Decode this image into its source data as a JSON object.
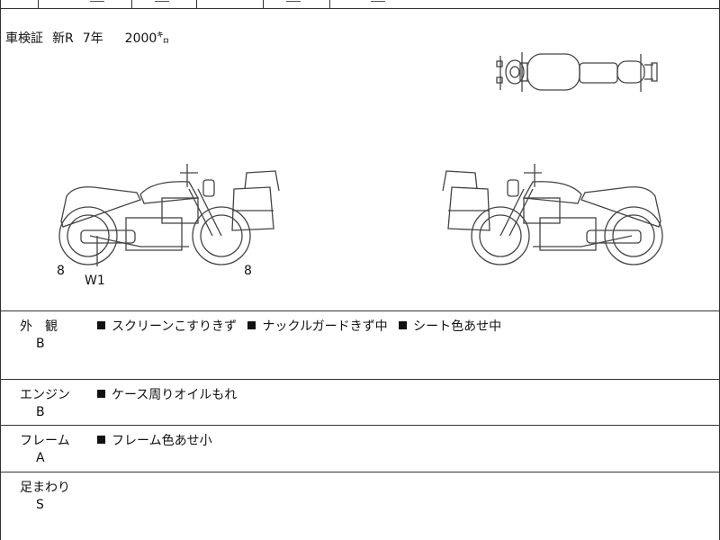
{
  "registration": {
    "label": "車検証",
    "model": "新R",
    "year": "7年",
    "mileage": "2000㌔"
  },
  "damage_marks": {
    "left_rear": "8",
    "left_front": "8",
    "weld_code": "W1"
  },
  "sections": [
    {
      "category": "外　観",
      "grade": "B",
      "notes": [
        "スクリーンこすりきず",
        "ナックルガードきず中",
        "シート色あせ中"
      ]
    },
    {
      "category": "エンジン",
      "grade": "B",
      "notes": [
        "ケース周りオイルもれ"
      ]
    },
    {
      "category": "フレーム",
      "grade": "A",
      "notes": [
        "フレーム色あせ小"
      ]
    },
    {
      "category": "足まわり",
      "grade": "S",
      "notes": []
    }
  ],
  "colors": {
    "line": "#333333",
    "drawing": "#444444"
  },
  "icons": [
    "motorcycle-left-side-icon",
    "motorcycle-right-side-icon",
    "motorcycle-top-view-icon"
  ]
}
